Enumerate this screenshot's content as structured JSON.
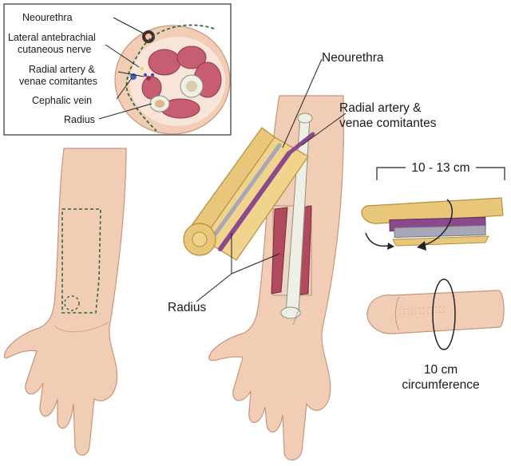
{
  "inset": {
    "labels": {
      "neourethra": "Neourethra",
      "lateral_nerve_1": "Lateral antebrachial",
      "lateral_nerve_2": "cutaneous nerve",
      "radial_artery_1": "Radial artery &",
      "radial_artery_2": "venae comitantes",
      "cephalic_vein": "Cephalic vein",
      "radius": "Radius"
    }
  },
  "main": {
    "labels": {
      "neourethra": "Neourethra",
      "radial_artery_1": "Radial artery &",
      "radial_artery_2": "venae comitantes",
      "radius": "Radius",
      "length": "10 - 13 cm",
      "circumference_1": "10 cm",
      "circumference_2": "circumference"
    }
  },
  "colors": {
    "skin": "#f2cdb6",
    "skin_shadow": "#e2ad92",
    "muscle": "#b04a5c",
    "bone": "#eef0e6",
    "graft": "#e8c77a",
    "graft_edge": "#b58f3c",
    "artery": "#8a4a8c",
    "dashed_line": "#2f6b3a"
  }
}
